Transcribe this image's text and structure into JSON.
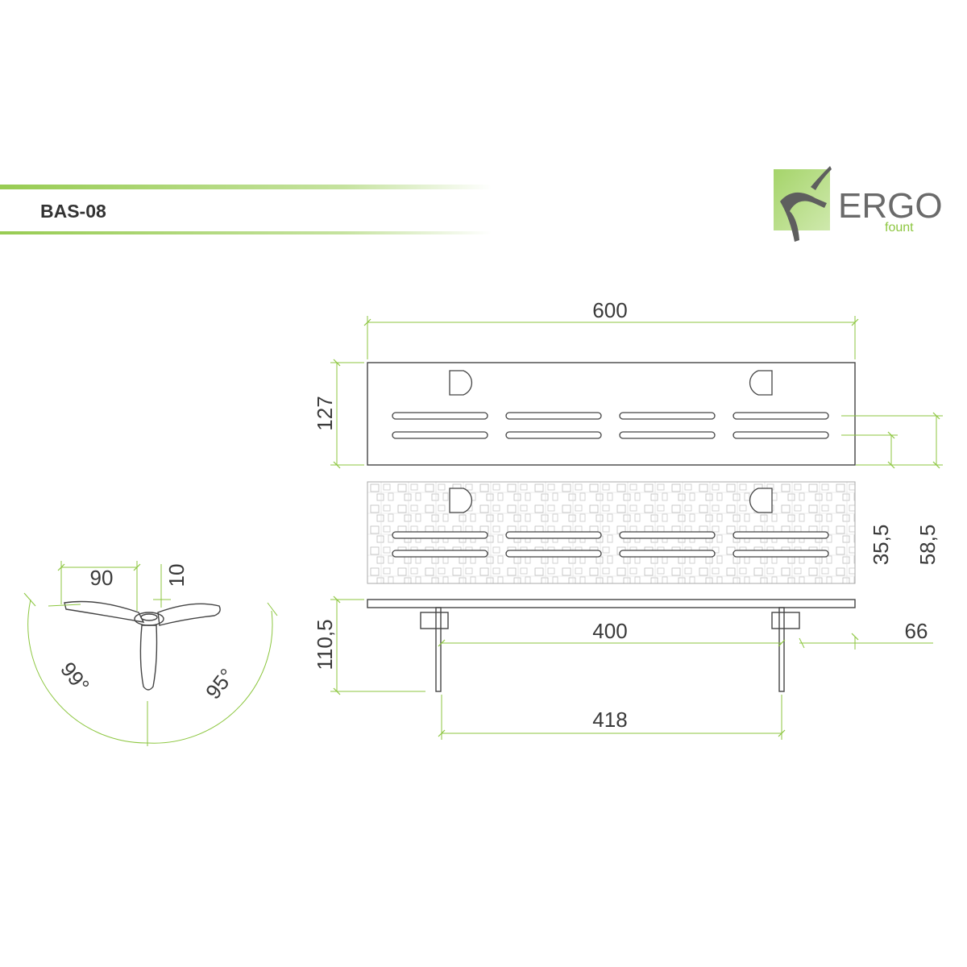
{
  "header": {
    "model_code": "BAS-08",
    "accent_color": "#8cc63f"
  },
  "logo": {
    "brand": "ERGO",
    "sub": "fount",
    "icon": "ergo-swoosh-icon"
  },
  "dimensions": {
    "shelf_width": "600",
    "shelf_depth": "127",
    "slot_offset_1": "35,5",
    "slot_offset_2": "58,5",
    "bracket_span": "400",
    "overhang": "66",
    "total_height": "110,5",
    "bracket_outer_span": "418",
    "base_arm": "90",
    "base_thickness": "10",
    "angle_left": "99°",
    "angle_right": "95°"
  }
}
